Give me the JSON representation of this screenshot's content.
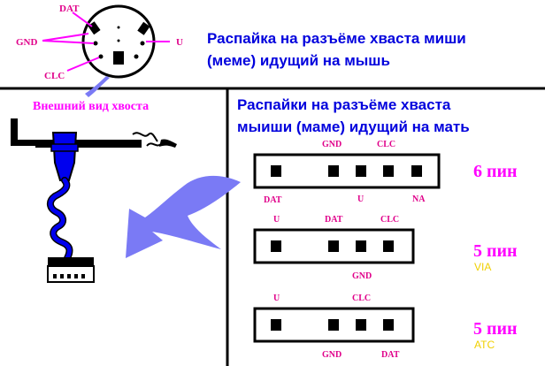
{
  "colors": {
    "pink": "#ff00ff",
    "magenta_red": "#e0008a",
    "blue_title": "#0000dd",
    "cable_blue": "#0000ee",
    "arrow_blue": "#7a7af5",
    "yellow": "#f0d000",
    "black": "#000000"
  },
  "top_connector": {
    "labels": {
      "dat": "DAT",
      "gnd": "GND",
      "u": "U",
      "clc": "CLC"
    },
    "title_line1": "Распайка на разъёме хваста миши",
    "title_line2": "(меме) идущий на мышь"
  },
  "left_panel": {
    "caption": "Внешний вид хвоста"
  },
  "right_panel": {
    "title_line1": "Распайки на разъёме хваста",
    "title_line2": "мыиши (маме) идущий на мать",
    "headers": [
      {
        "pins_label": "6 пин",
        "sub_label": "",
        "top_labels": [
          "GND",
          "CLC"
        ],
        "bottom_labels": [
          "DAT",
          "U",
          "NA"
        ]
      },
      {
        "pins_label": "5 пин",
        "sub_label": "VIA",
        "top_labels": [
          "U",
          "DAT",
          "CLC"
        ],
        "bottom_labels": [
          "GND"
        ]
      },
      {
        "pins_label": "5 пин",
        "sub_label": "ATC",
        "top_labels": [
          "U",
          "CLC"
        ],
        "bottom_labels": [
          "GND",
          "DAT"
        ]
      }
    ]
  }
}
